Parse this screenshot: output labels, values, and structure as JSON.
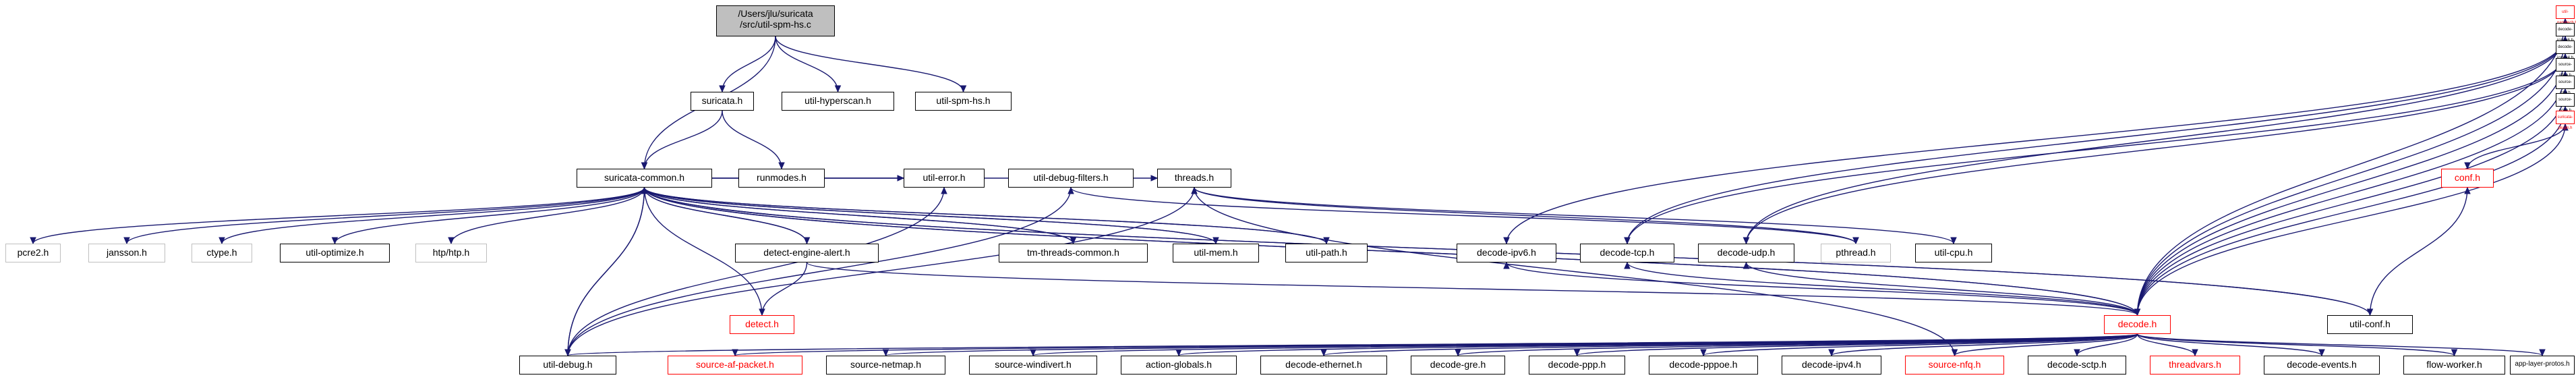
{
  "colors": {
    "edge": "#191970",
    "root_fill": "#bfbfbf",
    "border_default": "#000000",
    "border_gray": "#bfbfbf",
    "border_red": "#ff0000",
    "text_red": "#ff0000"
  },
  "nodes": {
    "root": {
      "label": "/Users/jlu/suricata\n/src/util-spm-hs.c",
      "style": "root"
    },
    "suricata_h": {
      "label": "suricata.h",
      "style": "plain"
    },
    "util_hyperscan": {
      "label": "util-hyperscan.h",
      "style": "plain"
    },
    "util_spm_hs": {
      "label": "util-spm-hs.h",
      "style": "plain"
    },
    "suricata_common": {
      "label": "suricata-common.h",
      "style": "plain"
    },
    "runmodes": {
      "label": "runmodes.h",
      "style": "plain"
    },
    "pcre2": {
      "label": "pcre2.h",
      "style": "gray"
    },
    "jansson": {
      "label": "jansson.h",
      "style": "gray"
    },
    "ctype": {
      "label": "ctype.h",
      "style": "gray"
    },
    "util_optimize": {
      "label": "util-optimize.h",
      "style": "plain"
    },
    "htp": {
      "label": "htp/htp.h",
      "style": "gray"
    },
    "detect_engine_alert": {
      "label": "detect-engine-alert.h",
      "style": "plain"
    },
    "tm_threads_common": {
      "label": "tm-threads-common.h",
      "style": "plain"
    },
    "util_mem": {
      "label": "util-mem.h",
      "style": "plain"
    },
    "util_path": {
      "label": "util-path.h",
      "style": "plain"
    },
    "detect_h": {
      "label": "detect.h",
      "style": "red"
    },
    "decode_h": {
      "label": "decode.h",
      "style": "red"
    },
    "util_conf": {
      "label": "util-conf.h",
      "style": "plain"
    },
    "util_debug": {
      "label": "util-debug.h",
      "style": "plain"
    },
    "source_af_packet": {
      "label": "source-af-packet.h",
      "style": "red"
    },
    "source_netmap": {
      "label": "source-netmap.h",
      "style": "plain"
    },
    "source_windivert": {
      "label": "source-windivert.h",
      "style": "plain"
    },
    "action_globals": {
      "label": "action-globals.h",
      "style": "plain"
    },
    "decode_ethernet": {
      "label": "decode-ethernet.h",
      "style": "plain"
    },
    "decode_gre": {
      "label": "decode-gre.h",
      "style": "plain"
    },
    "decode_ppp": {
      "label": "decode-ppp.h",
      "style": "plain"
    },
    "decode_pppoe": {
      "label": "decode-pppoe.h",
      "style": "plain"
    },
    "decode_ipv4": {
      "label": "decode-ipv4.h",
      "style": "plain"
    },
    "source_nfq": {
      "label": "source-nfq.h",
      "style": "red"
    },
    "decode_sctp": {
      "label": "decode-sctp.h",
      "style": "plain"
    },
    "threadvars": {
      "label": "threadvars.h",
      "style": "red"
    },
    "decode_events": {
      "label": "decode-events.h",
      "style": "plain"
    },
    "flow_worker": {
      "label": "flow-worker.h",
      "style": "plain"
    },
    "app_layer_protos": {
      "label": "app-layer-protos.h",
      "style": "plain"
    },
    "util_napatech": {
      "label": "util-napatech.h",
      "style": "red"
    },
    "decode_icmpv6": {
      "label": "decode-icmpv6.h",
      "style": "plain"
    },
    "decode_icmpv4": {
      "label": "decode-icmpv4.h",
      "style": "plain"
    },
    "source_nflog": {
      "label": "source-nflog.h",
      "style": "plain"
    },
    "source_ipfw": {
      "label": "source-ipfw.h",
      "style": "plain"
    },
    "source_pcap": {
      "label": "source-pcap.h",
      "style": "plain"
    },
    "suricata_plugin": {
      "label": "suricata-plugin.h",
      "style": "red"
    },
    "util_error": {
      "label": "util-error.h",
      "style": "plain"
    },
    "util_debug_filters": {
      "label": "util-debug-filters.h",
      "style": "plain"
    },
    "threads_h": {
      "label": "threads.h",
      "style": "plain"
    },
    "decode_ipv6": {
      "label": "decode-ipv6.h",
      "style": "plain"
    },
    "decode_tcp": {
      "label": "decode-tcp.h",
      "style": "plain"
    },
    "decode_udp": {
      "label": "decode-udp.h",
      "style": "plain"
    },
    "conf_h": {
      "label": "conf.h",
      "style": "red"
    },
    "pthread": {
      "label": "pthread.h",
      "style": "gray"
    },
    "util_cpu": {
      "label": "util-cpu.h",
      "style": "plain"
    }
  },
  "edges": [
    [
      "root",
      "suricata_h"
    ],
    [
      "root",
      "util_hyperscan"
    ],
    [
      "root",
      "util_spm_hs"
    ],
    [
      "root",
      "suricata_common"
    ],
    [
      "suricata_h",
      "suricata_common"
    ],
    [
      "suricata_h",
      "runmodes"
    ],
    [
      "suricata_common",
      "pcre2"
    ],
    [
      "suricata_common",
      "jansson"
    ],
    [
      "suricata_common",
      "ctype"
    ],
    [
      "suricata_common",
      "util_optimize"
    ],
    [
      "suricata_common",
      "htp"
    ],
    [
      "suricata_common",
      "detect_engine_alert"
    ],
    [
      "suricata_common",
      "tm_threads_common"
    ],
    [
      "suricata_common",
      "util_mem"
    ],
    [
      "suricata_common",
      "util_path"
    ],
    [
      "suricata_common",
      "util_debug"
    ],
    [
      "suricata_common",
      "util_error"
    ],
    [
      "suricata_common",
      "threads_h"
    ],
    [
      "suricata_common",
      "util_conf"
    ],
    [
      "suricata_common",
      "decode_h"
    ],
    [
      "detect_engine_alert",
      "suricata_common"
    ],
    [
      "detect_engine_alert",
      "detect_h"
    ],
    [
      "detect_engine_alert",
      "decode_h"
    ],
    [
      "detect_h",
      "suricata_common"
    ],
    [
      "tm_threads_common",
      "suricata_common"
    ],
    [
      "util_mem",
      "suricata_common"
    ],
    [
      "util_path",
      "suricata_common"
    ],
    [
      "util_conf",
      "suricata_common"
    ],
    [
      "util_conf",
      "conf_h"
    ],
    [
      "util_debug",
      "suricata_common"
    ],
    [
      "util_debug",
      "util_error"
    ],
    [
      "util_debug",
      "util_debug_filters"
    ],
    [
      "util_debug",
      "threads_h"
    ],
    [
      "util_debug_filters",
      "pthread"
    ],
    [
      "threads_h",
      "pthread"
    ],
    [
      "threads_h",
      "util_cpu"
    ],
    [
      "decode_h",
      "suricata_common"
    ],
    [
      "decode_h",
      "util_debug"
    ],
    [
      "decode_h",
      "source_af_packet"
    ],
    [
      "decode_h",
      "source_netmap"
    ],
    [
      "decode_h",
      "source_windivert"
    ],
    [
      "decode_h",
      "action_globals"
    ],
    [
      "decode_h",
      "decode_ethernet"
    ],
    [
      "decode_h",
      "decode_gre"
    ],
    [
      "decode_h",
      "decode_ppp"
    ],
    [
      "decode_h",
      "decode_pppoe"
    ],
    [
      "decode_h",
      "decode_ipv4"
    ],
    [
      "decode_h",
      "source_nfq"
    ],
    [
      "decode_h",
      "decode_sctp"
    ],
    [
      "decode_h",
      "threadvars"
    ],
    [
      "decode_h",
      "decode_events"
    ],
    [
      "decode_h",
      "flow_worker"
    ],
    [
      "decode_h",
      "app_layer_protos"
    ],
    [
      "decode_h",
      "util_napatech"
    ],
    [
      "decode_h",
      "decode_icmpv6"
    ],
    [
      "decode_h",
      "decode_icmpv4"
    ],
    [
      "decode_h",
      "source_nflog"
    ],
    [
      "decode_h",
      "source_ipfw"
    ],
    [
      "decode_h",
      "source_pcap"
    ],
    [
      "decode_h",
      "suricata_plugin"
    ],
    [
      "decode_h",
      "decode_ipv6"
    ],
    [
      "decode_h",
      "decode_tcp"
    ],
    [
      "decode_h",
      "decode_udp"
    ],
    [
      "source_nfq",
      "threads_h"
    ],
    [
      "suricata_plugin",
      "conf_h"
    ],
    [
      "decode_icmpv6",
      "decode_ipv6"
    ],
    [
      "decode_icmpv6",
      "decode_tcp"
    ],
    [
      "decode_icmpv6",
      "decode_udp"
    ],
    [
      "decode_icmpv4",
      "decode_tcp"
    ],
    [
      "decode_icmpv4",
      "decode_udp"
    ]
  ]
}
